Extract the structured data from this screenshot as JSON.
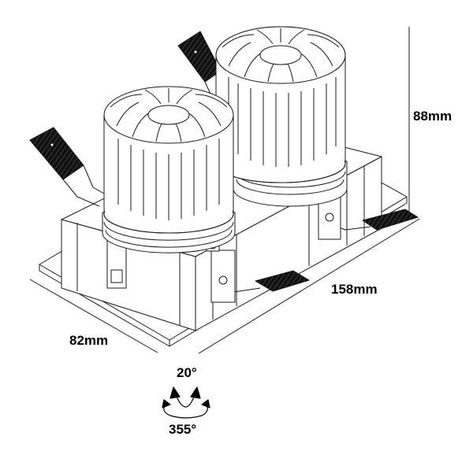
{
  "dimensions": {
    "height": "88mm",
    "length": "158mm",
    "width": "82mm"
  },
  "adjustment": {
    "tilt": "20°",
    "rotation": "355°"
  },
  "colors": {
    "line": "#1a1a1a",
    "clip": "#111111"
  }
}
